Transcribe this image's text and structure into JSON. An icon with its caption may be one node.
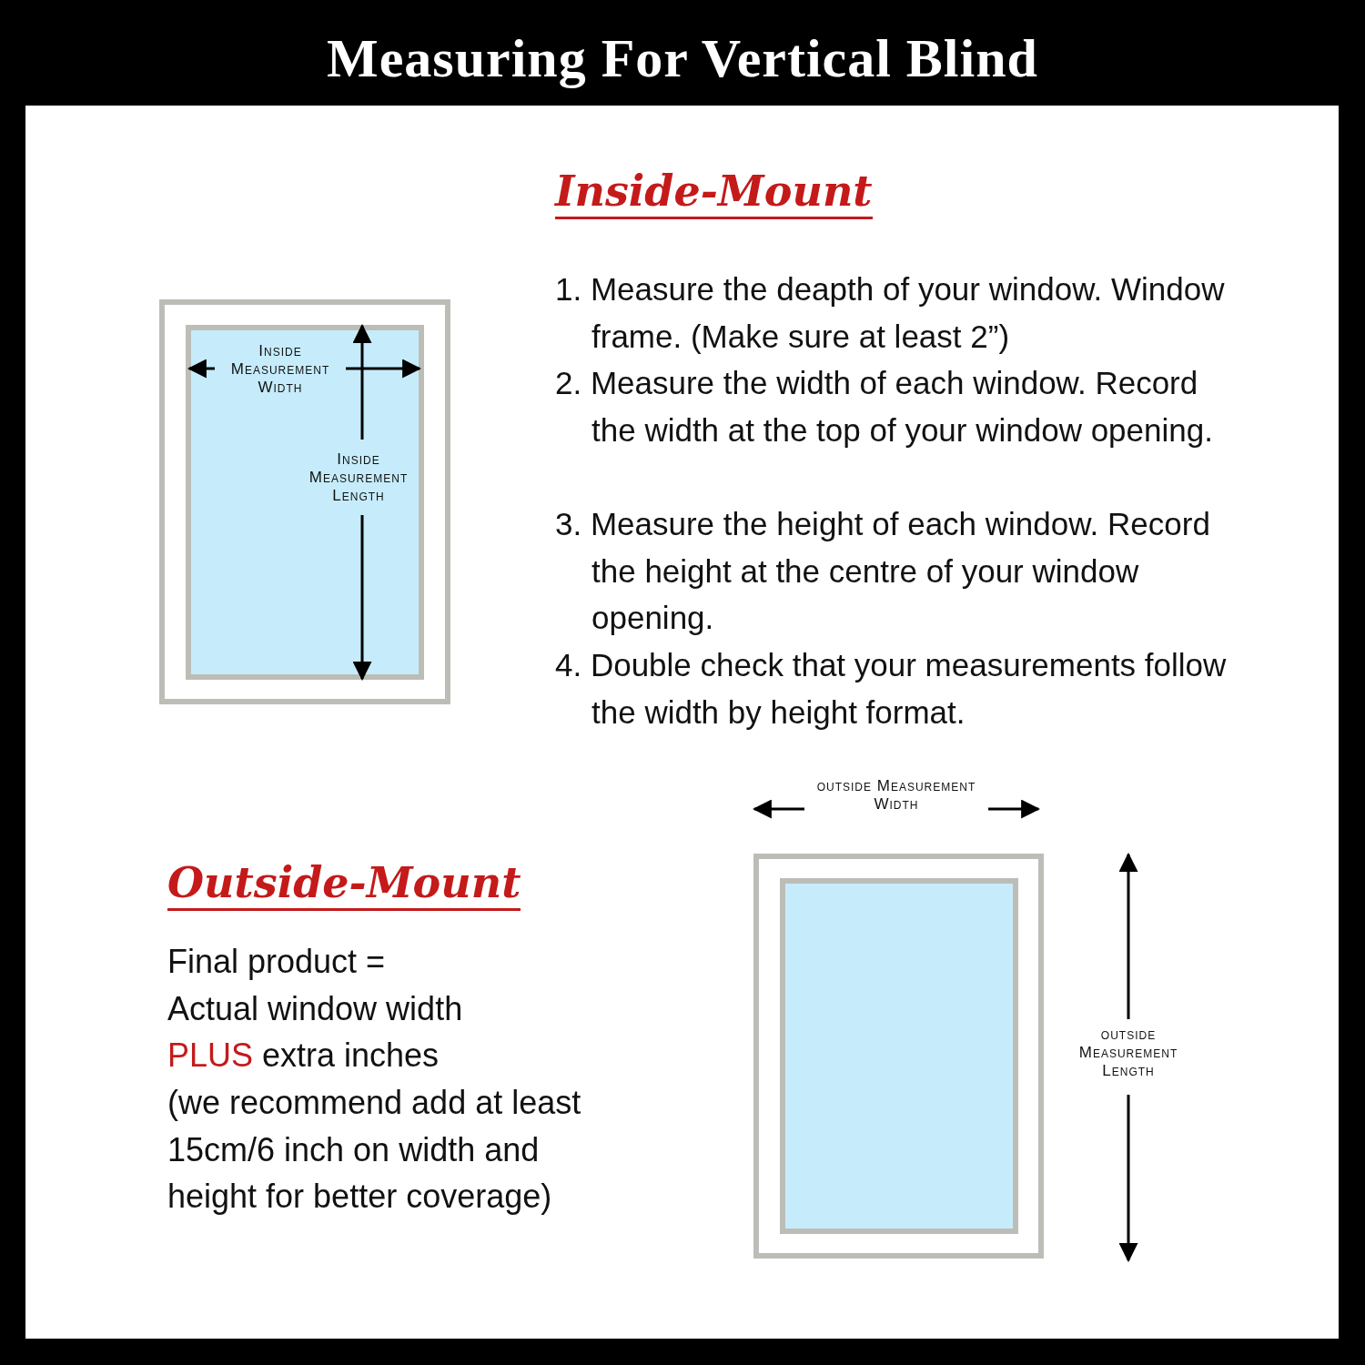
{
  "diagram": {
    "title": "Measuring For Vertical Blind",
    "labels": [
      "Inside-Mount",
      "Inside Measurement Width",
      "Inside Measurement Length",
      "1. Measure the deapth of your window. Window frame. (Make sure at least 2”)",
      "2. Measure the width of each window. Record the width at the top of your window opening.",
      "3. Measure the height of each window. Record the height at the centre of your window opening.",
      "4. Double check that your measurements follow the width by height format.",
      "outside Measurement Width",
      "Outside-Mount",
      "Final product =",
      "Actual window width",
      "PLUS",
      "extra inches",
      "(we recommend add at least 15cm/6 inch on width and height for better coverage)",
      "outside Measurement Length"
    ]
  }
}
